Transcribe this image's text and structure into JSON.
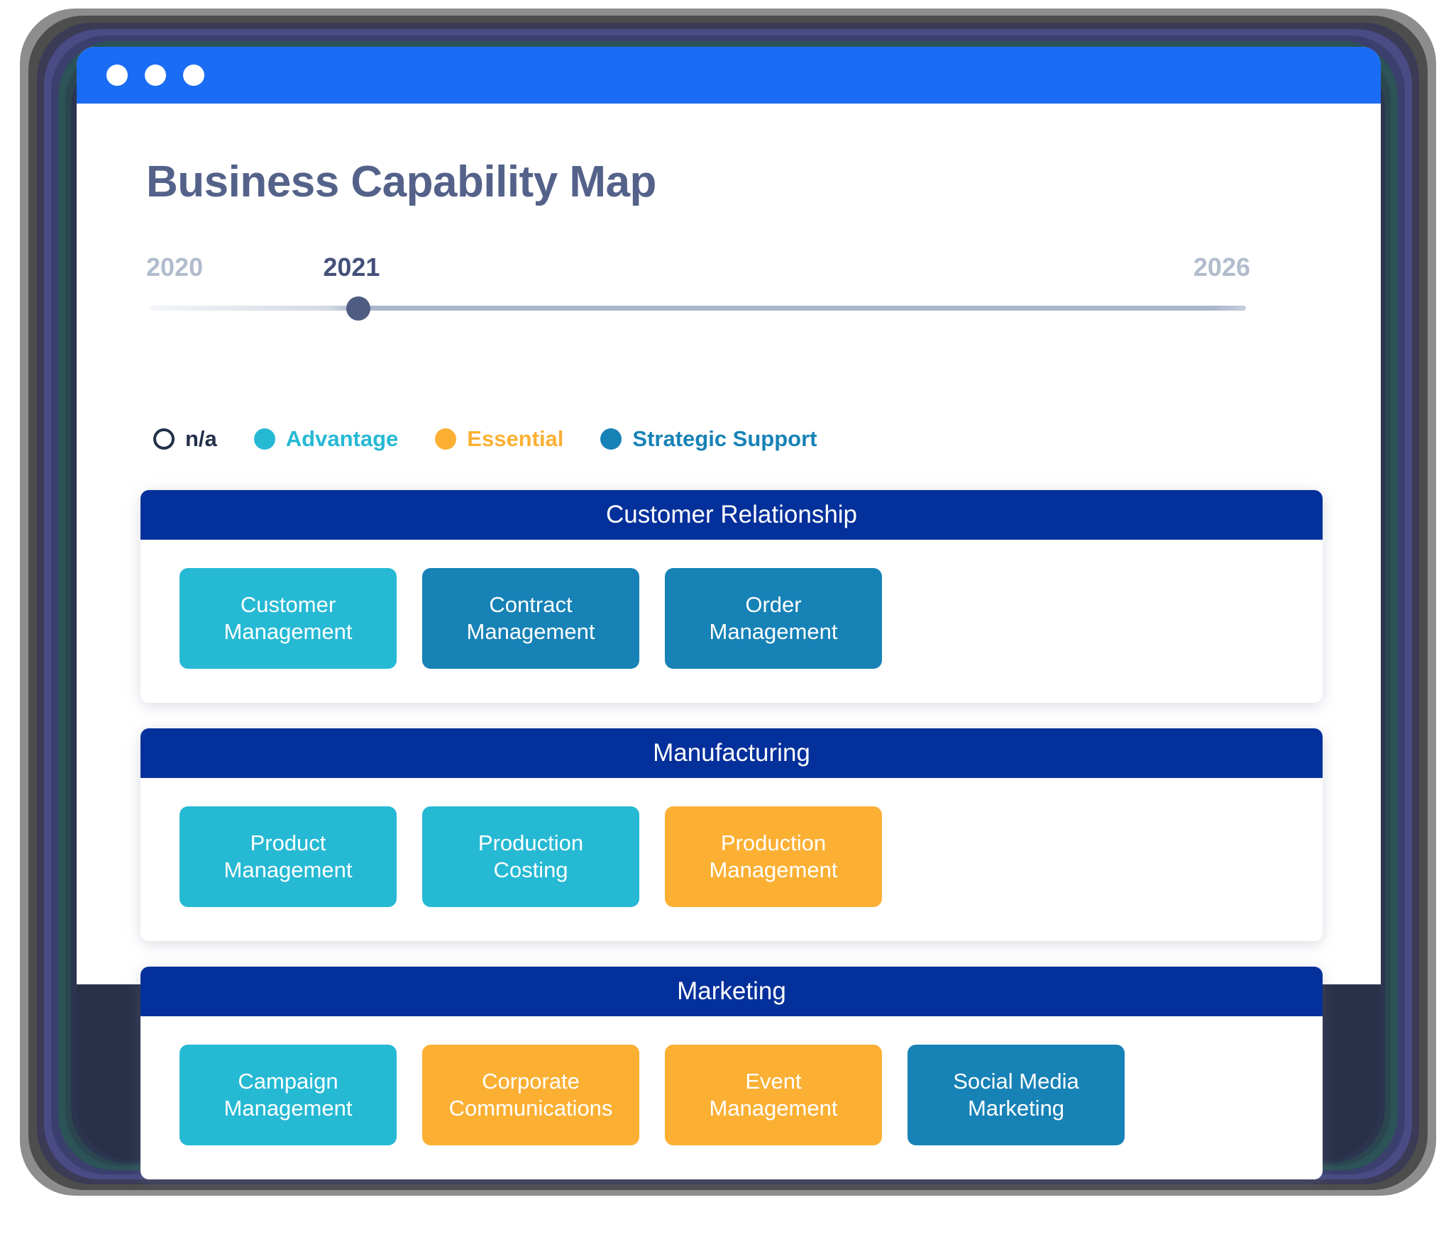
{
  "window": {
    "titlebar_dots": [
      "dot-1",
      "dot-2",
      "dot-3"
    ],
    "titlebar_color": "#1a6cf5"
  },
  "page_title": "Business Capability Map",
  "timeline": {
    "start_year": "2020",
    "current_year": "2021",
    "end_year": "2026",
    "thumb_position_percent": 19
  },
  "legend": {
    "items": [
      {
        "label": "n/a",
        "color": "#23304a",
        "text_color": "#23304a",
        "style": "hollow",
        "icon": "circle-outline-icon"
      },
      {
        "label": "Advantage",
        "color": "#26b9d4",
        "text_color": "#26b9d4",
        "style": "filled",
        "icon": "circle-filled-icon"
      },
      {
        "label": "Essential",
        "color": "#fbb034",
        "text_color": "#fbb034",
        "style": "filled",
        "icon": "circle-filled-icon"
      },
      {
        "label": "Strategic Support",
        "color": "#1782b6",
        "text_color": "#1782b6",
        "style": "filled",
        "icon": "circle-filled-icon"
      }
    ]
  },
  "colors": {
    "advantage": "#26b9d4",
    "essential": "#fbb034",
    "strategic_support": "#1782b6",
    "section_header": "#04309b",
    "title_text": "#54628a",
    "year_inactive": "#b1bccd",
    "year_active": "#44507a",
    "slider_thumb": "#505d82"
  },
  "sections": [
    {
      "title": "Customer Relationship",
      "capabilities": [
        {
          "label": "Customer\nManagement",
          "line1": "Customer",
          "line2": "Management",
          "rating": "Advantage",
          "color": "#26b9d4"
        },
        {
          "label": "Contract\nManagement",
          "line1": "Contract",
          "line2": "Management",
          "rating": "Strategic Support",
          "color": "#1782b6"
        },
        {
          "label": "Order\nManagement",
          "line1": "Order",
          "line2": "Management",
          "rating": "Strategic Support",
          "color": "#1782b6"
        }
      ]
    },
    {
      "title": "Manufacturing",
      "capabilities": [
        {
          "label": "Product\nManagement",
          "line1": "Product",
          "line2": "Management",
          "rating": "Advantage",
          "color": "#26b9d4"
        },
        {
          "label": "Production\nCosting",
          "line1": "Production",
          "line2": "Costing",
          "rating": "Advantage",
          "color": "#26b9d4"
        },
        {
          "label": "Production\nManagement",
          "line1": "Production",
          "line2": "Management",
          "rating": "Essential",
          "color": "#fbb034"
        }
      ]
    },
    {
      "title": "Marketing",
      "capabilities": [
        {
          "label": "Campaign\nManagement",
          "line1": "Campaign",
          "line2": "Management",
          "rating": "Advantage",
          "color": "#26b9d4"
        },
        {
          "label": "Corporate\nCommunications",
          "line1": "Corporate",
          "line2": "Communications",
          "rating": "Essential",
          "color": "#fbb034"
        },
        {
          "label": "Event\nManagement",
          "line1": "Event",
          "line2": "Management",
          "rating": "Essential",
          "color": "#fbb034"
        },
        {
          "label": "Social Media\nMarketing",
          "line1": "Social Media",
          "line2": "Marketing",
          "rating": "Strategic Support",
          "color": "#1782b6"
        }
      ]
    }
  ]
}
